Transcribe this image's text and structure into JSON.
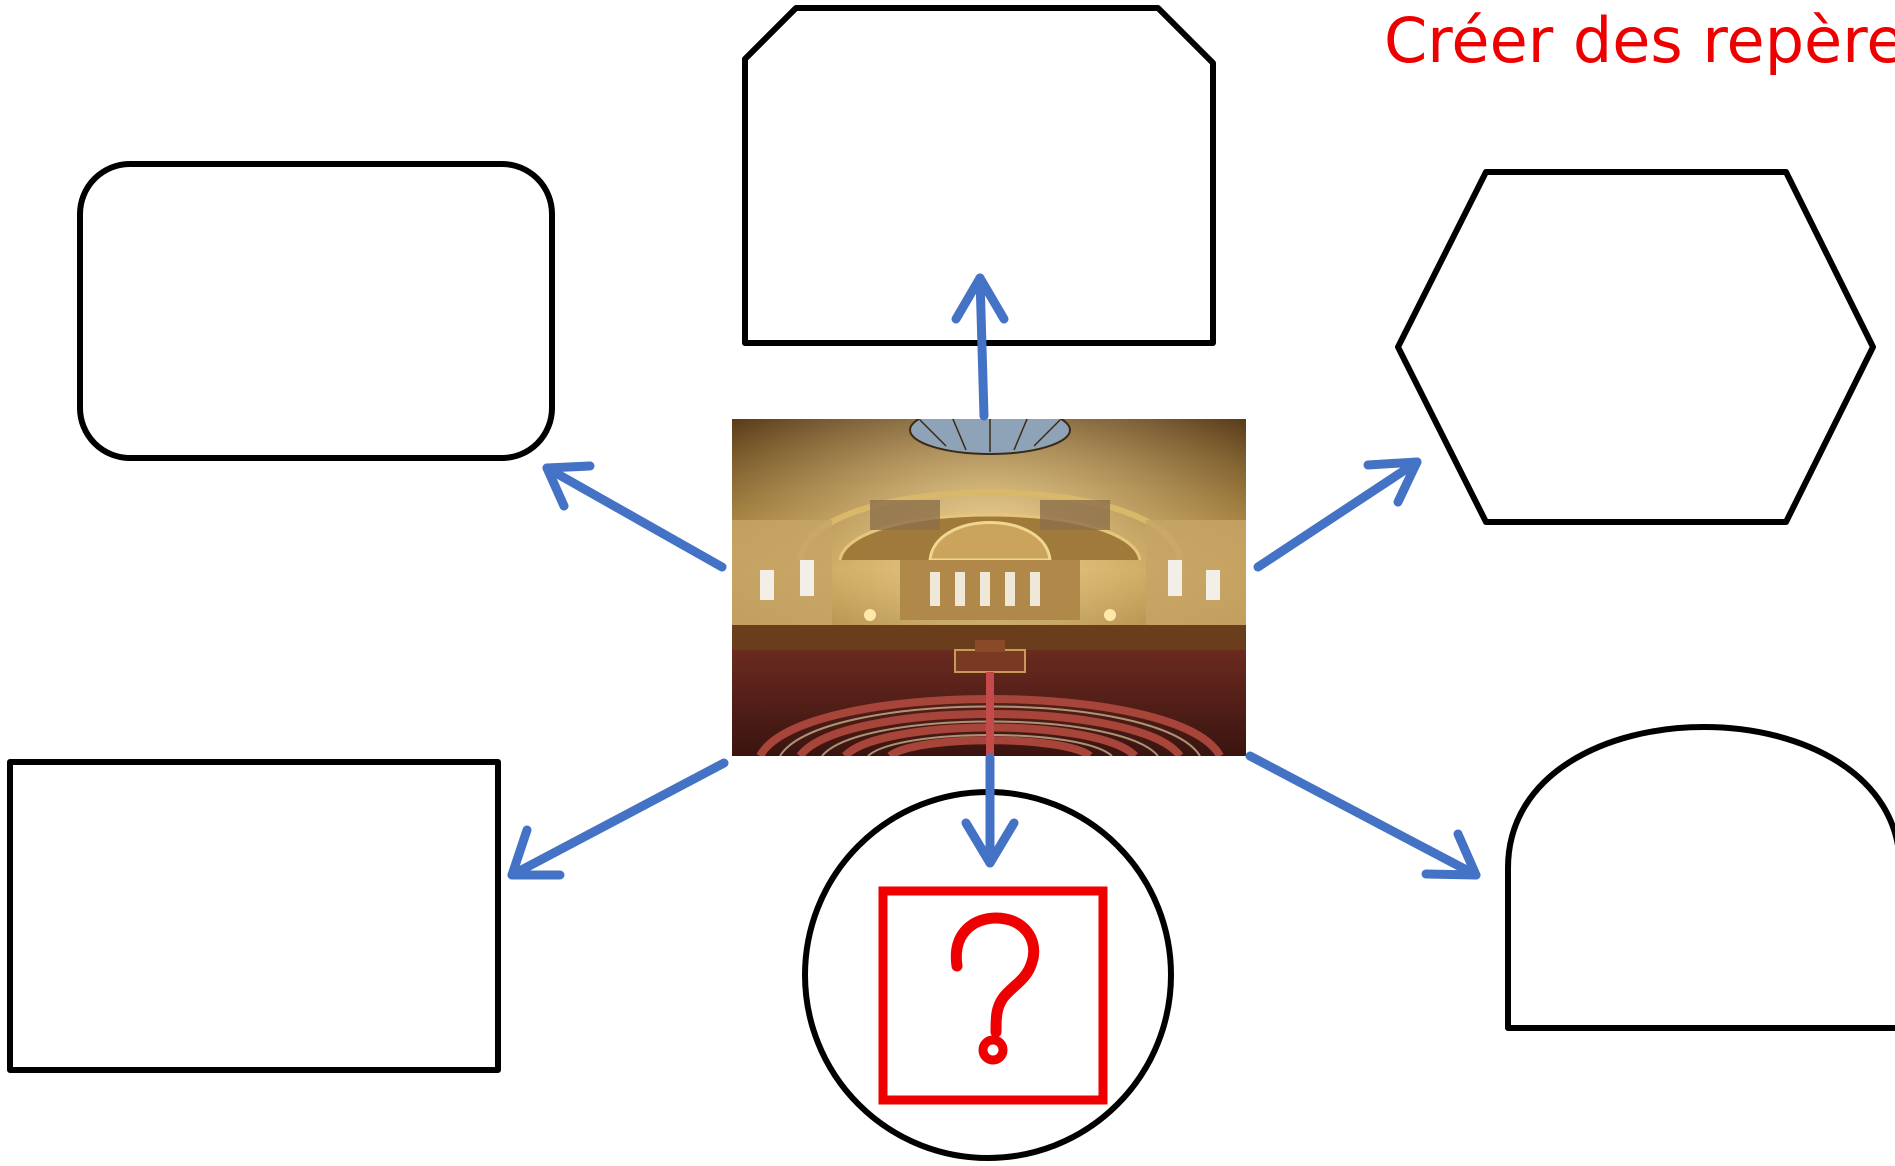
{
  "title": "Créer des repères",
  "colors": {
    "title": "#ee0000",
    "arrow": "#4472c4",
    "outline": "#000000",
    "question_mark": "#ee0000"
  },
  "center_image": {
    "subject": "senate-chamber-photo"
  },
  "boxes": [
    {
      "name": "box-top-snipped-rectangle",
      "text": ""
    },
    {
      "name": "box-left-rounded-rectangle",
      "text": ""
    },
    {
      "name": "box-right-hexagon",
      "text": ""
    },
    {
      "name": "box-bottom-left-rectangle",
      "text": ""
    },
    {
      "name": "box-bottom-circle-question",
      "text": ""
    },
    {
      "name": "box-bottom-right-arch",
      "text": ""
    }
  ],
  "question_icon": "question-mark-icon"
}
